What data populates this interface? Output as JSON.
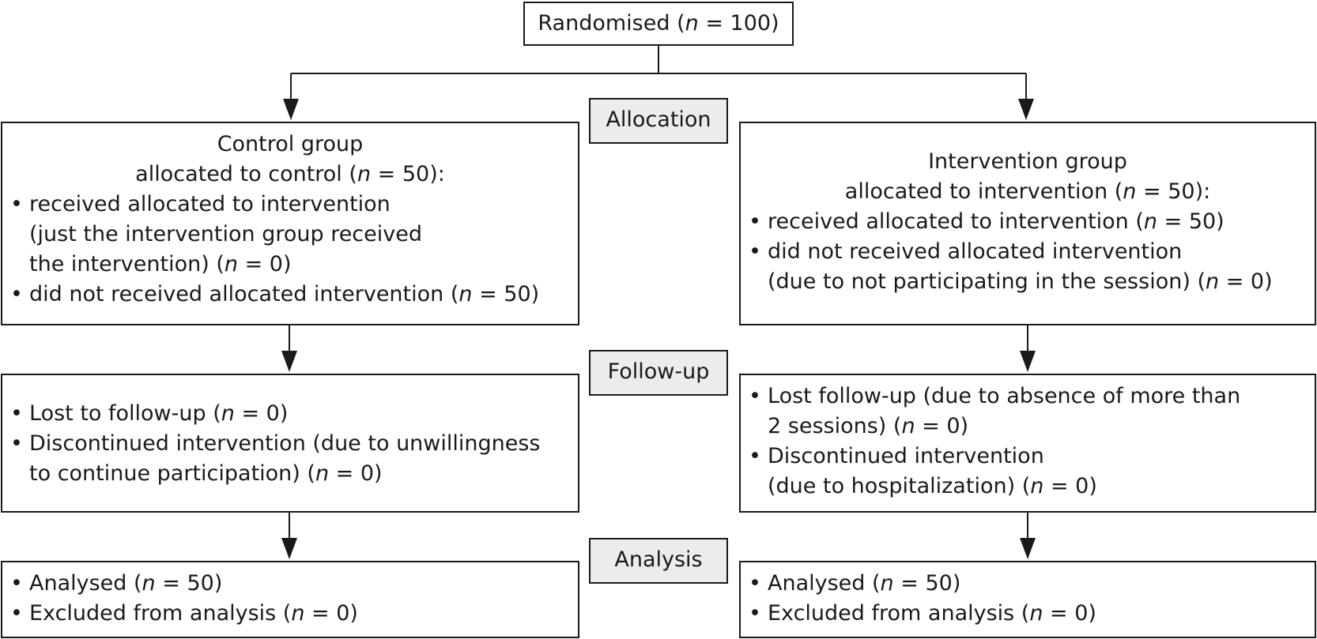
{
  "randomised": {
    "pre": "Randomised (",
    "n": "n",
    "post": " = 100)"
  },
  "stages": {
    "allocation": "Allocation",
    "follow_up": "Follow-up",
    "analysis": "Analysis"
  },
  "control": {
    "title1": "Control group",
    "title2_pre": "allocated to control (",
    "title2_post": " = 50):",
    "b1_l1": "received allocated to intervention",
    "b1_l2": "(just the intervention group received",
    "b1_l3_pre": "the intervention) (",
    "b1_l3_post": " = 0)",
    "b2_pre": "did not received allocated intervention (",
    "b2_post": " = 50)",
    "fu_b1_pre": "Lost to follow-up (",
    "fu_b1_post": " = 0)",
    "fu_b2_l1": "Discontinued intervention (due to unwillingness",
    "fu_b2_l2_pre": "to continue participation) (",
    "fu_b2_l2_post": " = 0)",
    "an_b1_pre": "Analysed (",
    "an_b1_post": " = 50)",
    "an_b2_pre": "Excluded from analysis (",
    "an_b2_post": " = 0)"
  },
  "intervention": {
    "title1": "Intervention group",
    "title2_pre": "allocated to intervention (",
    "title2_post": " = 50):",
    "b1_pre": "received allocated to intervention (",
    "b1_post": " = 50)",
    "b2_l1": "did not received allocated intervention",
    "b2_l2_pre": "(due to not participating in the session) (",
    "b2_l2_post": " = 0)",
    "fu_b1_l1": "Lost follow-up (due to absence of more than",
    "fu_b1_l2_pre": "2 sessions) (",
    "fu_b1_l2_post": " = 0)",
    "fu_b2_l1": "Discontinued intervention",
    "fu_b2_l2_pre": "(due to hospitalization) (",
    "fu_b2_l2_post": " = 0)",
    "an_b1_pre": "Analysed (",
    "an_b1_post": " = 50)",
    "an_b2_pre": "Excluded from analysis (",
    "an_b2_post": " = 0)"
  },
  "n_symbol": "n"
}
